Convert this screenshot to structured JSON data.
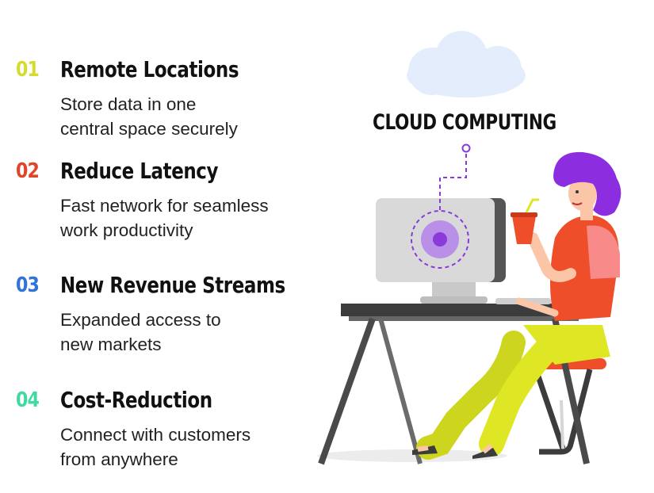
{
  "items": [
    {
      "num": "01",
      "title": "Remote Locations",
      "lines": [
        "Store data in one",
        "central space securely"
      ],
      "color": "#d4dc2e"
    },
    {
      "num": "02",
      "title": "Reduce Latency",
      "lines": [
        "Fast network for seamless",
        "work productivity"
      ],
      "color": "#e0452a"
    },
    {
      "num": "03",
      "title": "New Revenue Streams",
      "lines": [
        "Expanded access to",
        "new markets"
      ],
      "color": "#2f74d8"
    },
    {
      "num": "04",
      "title": "Cost-Reduction",
      "lines": [
        "Connect with customers",
        "from anywhere"
      ],
      "color": "#3fd9a2"
    }
  ],
  "illustration": {
    "label": "CLOUD COMPUTING",
    "colors": {
      "cloud": "#e4edfc",
      "monitor": "#d9d9d9",
      "monitor_side": "#555555",
      "target": "#8a3ad8",
      "hair": "#8c2ee0",
      "shirt": "#ee4e2a",
      "pants": "#dfe624",
      "desk": "#3c3c3c",
      "skin": "#fbc6a8"
    }
  }
}
